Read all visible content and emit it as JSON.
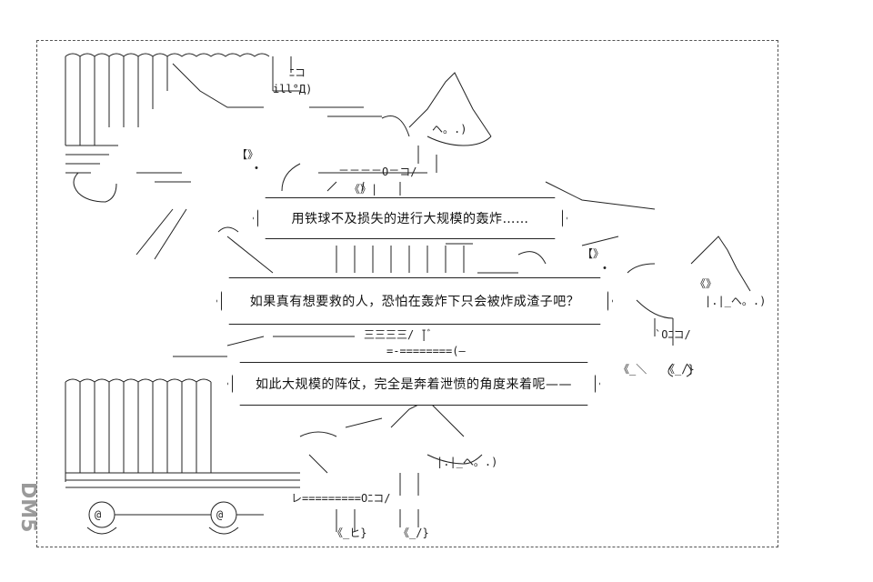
{
  "dialogue": {
    "line1": "用铁球不及损失的进行大规模的轰炸……",
    "line2": "如果真有想要救的人，恐怕在轰炸下只会被炸成渣子吧？",
    "line3": "如此大规模的阵仗，完全是奔着泄愤的角度来着呢——"
  },
  "watermark": {
    "text": "DM5"
  },
  "colors": {
    "ink": "#111111",
    "paper": "#ffffff",
    "frame": "#555555"
  }
}
